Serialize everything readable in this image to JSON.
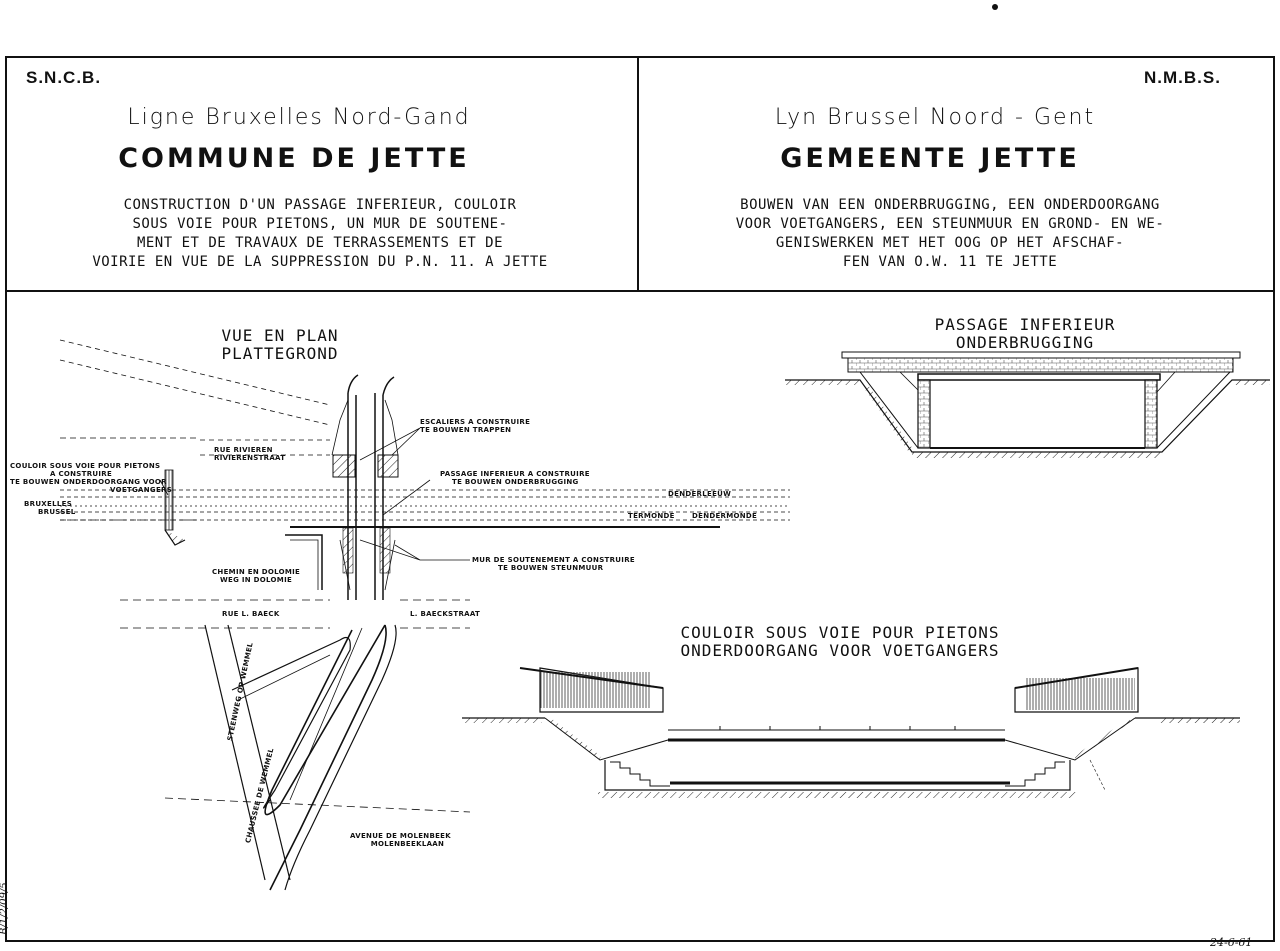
{
  "header": {
    "left": {
      "org": "S.N.C.B.",
      "line": "Ligne Bruxelles Nord-Gand",
      "commune": "COMMUNE DE JETTE",
      "description": [
        "CONSTRUCTION D'UN PASSAGE INFERIEUR, COULOIR",
        "SOUS VOIE POUR PIETONS, UN MUR DE SOUTENE-",
        "MENT ET DE TRAVAUX DE TERRASSEMENTS ET DE",
        "VOIRIE EN VUE DE LA SUPPRESSION DU P.N. 11. A JETTE"
      ]
    },
    "right": {
      "org": "N.M.B.S.",
      "line": "Lyn Brussel Noord - Gent",
      "commune": "GEMEENTE JETTE",
      "description": [
        "BOUWEN VAN EEN ONDERBRUGGING, EEN ONDERDOORGANG",
        "VOOR VOETGANGERS, EEN STEUNMUUR EN GROND- EN WE-",
        "GENISWERKEN MET HET OOG OP HET AFSCHAF-",
        "FEN VAN O.W. 11 TE JETTE"
      ]
    }
  },
  "plan": {
    "title": [
      "VUE EN PLAN",
      "PLATTEGROND"
    ],
    "labels": {
      "escaliers": [
        "ESCALIERS A CONSTRUIRE",
        "TE BOUWEN TRAPPEN"
      ],
      "rue_riviere": [
        "RUE RIVIEREN",
        "RIVIERENSTRAAT"
      ],
      "couloir": [
        "COULOIR SOUS VOIE POUR PIETONS",
        "A CONSTRUIRE",
        "TE BOUWEN ONDERDOORGANG VOOR",
        "VOETGANGERS"
      ],
      "passage": [
        "PASSAGE INFERIEUR A CONSTRUIRE",
        "TE BOUWEN ONDERBRUGGING"
      ],
      "bruxelles": [
        "BRUXELLES",
        "BRUSSEL"
      ],
      "denderleeuw": "DENDERLEEUW",
      "termonde": "TERMONDE",
      "dendermonde": "DENDERMONDE",
      "chemin": [
        "CHEMIN EN DOLOMIE",
        "WEG IN DOLOMIE"
      ],
      "mur": [
        "MUR DE SOUTENEMENT A CONSTRUIRE",
        "TE BOUWEN STEUNMUUR"
      ],
      "rue_baeck": "RUE L. BAECK",
      "baeckstraat": "L. BAECKSTRAAT",
      "steenweg": "STEENWEG OP WEMMEL",
      "chaussee": "CHAUSSEE DE WEMMEL",
      "avenue": [
        "AVENUE DE MOLENBEEK",
        "MOLENBEEKLAAN"
      ]
    }
  },
  "section1": {
    "title": [
      "PASSAGE INFERIEUR",
      "ONDERBRUGGING"
    ]
  },
  "section2": {
    "title": [
      "COULOIR SOUS VOIE POUR PIETONS",
      "ONDERDOORGANG VOOR VOETGANGERS"
    ]
  },
  "footer": {
    "date": "24-6-61",
    "side_ref": "B/1/2/09/5"
  }
}
